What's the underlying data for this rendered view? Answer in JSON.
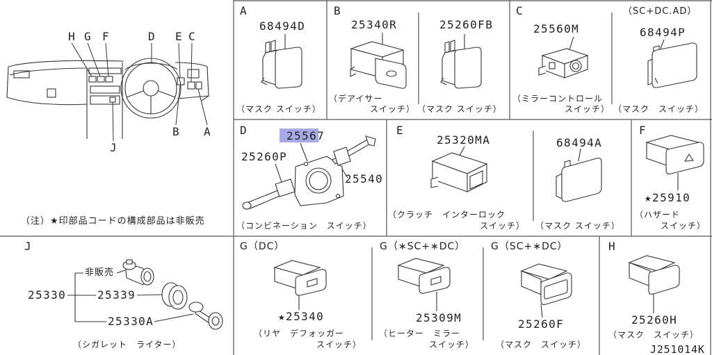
{
  "overview": {
    "callouts": {
      "H": "H",
      "G": "G",
      "F": "F",
      "D": "D",
      "E": "E",
      "C": "C",
      "B": "B",
      "J": "J",
      "A": "A"
    },
    "note": "（注）★印部品コードの構成部品は非販売"
  },
  "section_a": {
    "label": "A",
    "part": "68494D",
    "caption": "（マスク スイッチ）"
  },
  "section_b": {
    "label": "B",
    "part_1": "25340R",
    "caption_1a": "（デアイサー",
    "caption_1b": "スイッチ）",
    "part_2": "25260FB",
    "caption_2": "（マスク スイッチ）"
  },
  "section_c": {
    "label": "C",
    "part": "25560M",
    "caption_a": "（ミラーコントロール",
    "caption_b": "スイッチ）"
  },
  "section_sc_dc_ad": {
    "label": "（SC+DC.AD）",
    "part": "68494P",
    "caption": "（マスク　スイッチ）"
  },
  "section_d": {
    "label": "D",
    "part_selected": "25567",
    "part_2": "25260P",
    "part_3": "25540",
    "caption": "（コンビネーション　スイッチ）"
  },
  "section_e": {
    "label": "E",
    "part_1": "25320MA",
    "caption_1a": "（クラッチ　インターロック",
    "caption_1b": "スイッチ）",
    "part_2": "68494A",
    "caption_2": "（マスク スイッチ）"
  },
  "section_f": {
    "label": "F",
    "part": "★25910",
    "caption_a": "（ハザード",
    "caption_b": "スイッチ）"
  },
  "section_j": {
    "label": "J",
    "assembly": "25330",
    "not_sold": "非販売",
    "part_1": "25339",
    "part_2": "25330A",
    "caption": "（シガレット　ライター）"
  },
  "section_g_dc": {
    "label": "G（DC）",
    "part": "★25340",
    "caption_a": "（リヤ　デフォッガー",
    "caption_b": "スイッチ）"
  },
  "section_g_star_sc_dc": {
    "label": "G（∗SC+∗DC）",
    "part": "25309M",
    "caption_a": "（ヒーター　ミラー",
    "caption_b": "スイッチ）"
  },
  "section_g_sc_dc": {
    "label": "G（SC+∗DC）",
    "part": "25260F",
    "caption": "（マスク　スイッチ）"
  },
  "section_h": {
    "label": "H",
    "part": "25260H",
    "caption": "（マスク　スイッチ）"
  },
  "diagram_code": "J251014K",
  "colors": {
    "line": "#333333",
    "border": "#555555",
    "selected_highlight": "#a9a9e8"
  }
}
